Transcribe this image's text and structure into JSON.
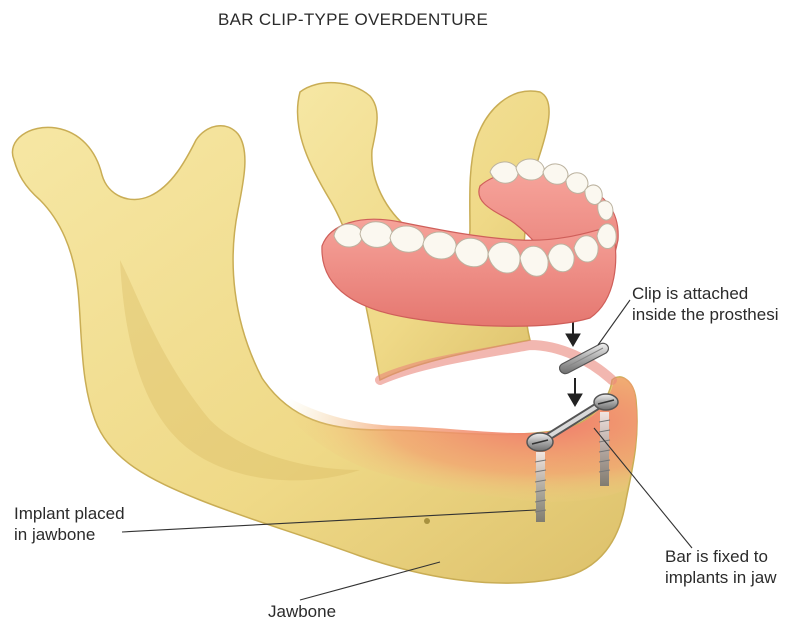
{
  "title": "BAR CLIP-TYPE OVERDENTURE",
  "labels": {
    "clip": [
      "Clip is attached",
      "inside the prosthesi"
    ],
    "implant": [
      "Implant placed",
      "in jawbone"
    ],
    "bar": [
      "Bar is fixed to",
      "implants in jaw"
    ],
    "jawbone": "Jawbone"
  },
  "colors": {
    "bone": "#f1dc8e",
    "bone_shadow": "#c9ad55",
    "gum": "#f08a84",
    "gum_dark": "#d85a5a",
    "tooth": "#fbf8f0",
    "metal": "#b9b9b9",
    "leader": "#333333"
  }
}
